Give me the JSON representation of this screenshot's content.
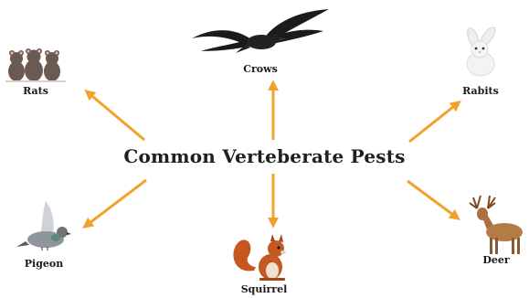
{
  "diagram": {
    "title": "Common Verteberate Pests",
    "arrow_color": "#F0A32A",
    "nodes": [
      {
        "id": "rats",
        "label": "Rats",
        "icon": "rats-icon"
      },
      {
        "id": "crows",
        "label": "Crows",
        "icon": "crow-icon"
      },
      {
        "id": "rabits",
        "label": "Rabits",
        "icon": "rabbit-icon"
      },
      {
        "id": "pigeon",
        "label": "Pigeon",
        "icon": "pigeon-icon"
      },
      {
        "id": "squirrel",
        "label": "Squirrel",
        "icon": "squirrel-icon"
      },
      {
        "id": "deer",
        "label": "Deer",
        "icon": "deer-icon"
      }
    ]
  }
}
